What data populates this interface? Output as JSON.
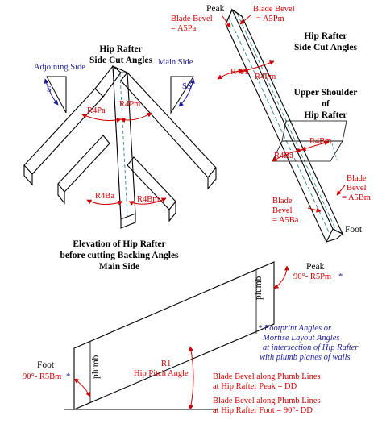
{
  "left_view": {
    "title_line1": "Hip Rafter",
    "title_line2": "Side Cut Angles",
    "adjoining_side": "Adjoining Side",
    "main_side": "Main Side",
    "s": "S",
    "ss": "SS",
    "r4pa": "R4Pa",
    "r4pm": "R4Pm",
    "r4ba": "R4Ba",
    "r4bm": "R4Bm"
  },
  "right_view": {
    "peak": "Peak",
    "blade_bevel_left_1": "Blade Bevel",
    "blade_bevel_left_2": "= A5Pa",
    "blade_bevel_right_1": "Blade Bevel",
    "blade_bevel_right_2": "= A5Pm",
    "title_line1": "Hip Rafter",
    "title_line2": "Side Cut Angles",
    "r4pa": "R4Pa",
    "r4pm": "R4Pm",
    "upper_line1": "Upper Shoulder",
    "upper_line2": "of",
    "upper_line3": "Hip Rafter",
    "r4bm": "R4Bm",
    "r4ba": "R4Ba",
    "blade_bevel_a5bm_1": "Blade",
    "blade_bevel_a5bm_2": "Bevel",
    "blade_bevel_a5bm_3": "= A5Bm",
    "blade_bevel_a5ba_1": "Blade",
    "blade_bevel_a5ba_2": "Bevel",
    "blade_bevel_a5ba_3": "= A5Ba",
    "foot": "Foot"
  },
  "elevation": {
    "title_line1": "Elevation of Hip Rafter",
    "title_line2": "before cutting Backing Angles",
    "title_line3": "Main Side",
    "peak": "Peak",
    "peak_angle": "90°- R5Pm",
    "peak_star": "*",
    "plumb": "plumb",
    "foot": "Foot",
    "foot_angle": "90°- R5Bm",
    "foot_star": "*",
    "r1": "R1",
    "hip_pitch": "Hip Pitch Angle",
    "note_line1": "* Footprint Angles or",
    "note_line2": "Mortise Layout Angles",
    "note_line3": "at intersection of Hip Rafter",
    "note_line4": "with plumb planes of walls",
    "bb_peak_1": "Blade Bevel along Plumb Lines",
    "bb_peak_2": "at Hip Rafter Peak = DD",
    "bb_foot_1": "Blade Bevel along Plumb Lines",
    "bb_foot_2": "at Hip Rafter Foot = 90°- DD"
  },
  "colors": {
    "red": "#d00000",
    "blue": "#1a1a9e",
    "teal": "#2a8a8a",
    "line": "#000000"
  }
}
